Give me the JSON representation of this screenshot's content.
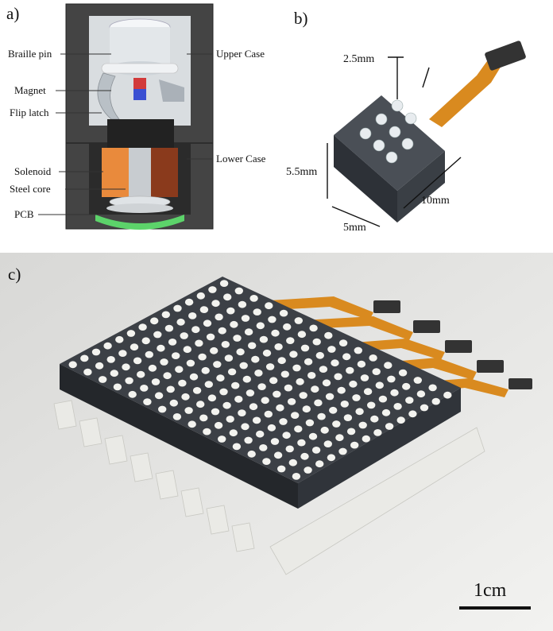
{
  "panel_a": {
    "letter": "a)",
    "labels_left": {
      "braille_pin": "Braille pin",
      "magnet": "Magnet",
      "flip_latch": "Flip latch",
      "solenoid": "Solenoid",
      "steel_core": "Steel core",
      "pcb": "PCB"
    },
    "labels_right": {
      "upper_case": "Upper Case",
      "lower_case": "Lower Case"
    }
  },
  "panel_b": {
    "letter": "b)",
    "dim_pitch": "2.5mm",
    "dim_height": "5.5mm",
    "dim_length": "10mm",
    "dim_width": "5mm"
  },
  "panel_c": {
    "letter": "c)",
    "scale_label": "1cm"
  },
  "colors": {
    "case_dark": "#3a3a3a",
    "pin_white": "#e8ecef",
    "solenoid_orange": "#e98a3c",
    "pcb_green": "#5cd36a",
    "flex_cable": "#d98a1f",
    "magnet_red": "#d23a3a",
    "magnet_blue": "#3a4fd2"
  }
}
